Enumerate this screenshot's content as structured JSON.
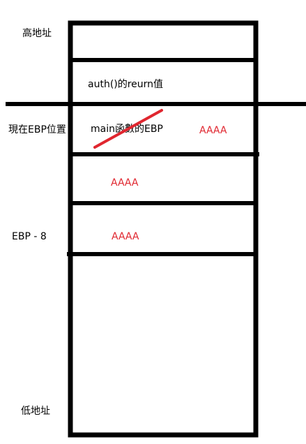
{
  "labels": {
    "high_address": "高地址",
    "current_ebp": "現在EBP位置",
    "ebp_minus_8": "EBP - 8",
    "low_address": "低地址"
  },
  "cells": {
    "return_value": "auth()的reurn值",
    "saved_ebp": "main函數的EBP",
    "saved_ebp_overwrite": "AAAA",
    "slot_1": "AAAA",
    "slot_2": "AAAA"
  },
  "colors": {
    "stroke": "#000000",
    "text": "#000000",
    "payload": "#e0262f",
    "strike": "#e0262f"
  }
}
